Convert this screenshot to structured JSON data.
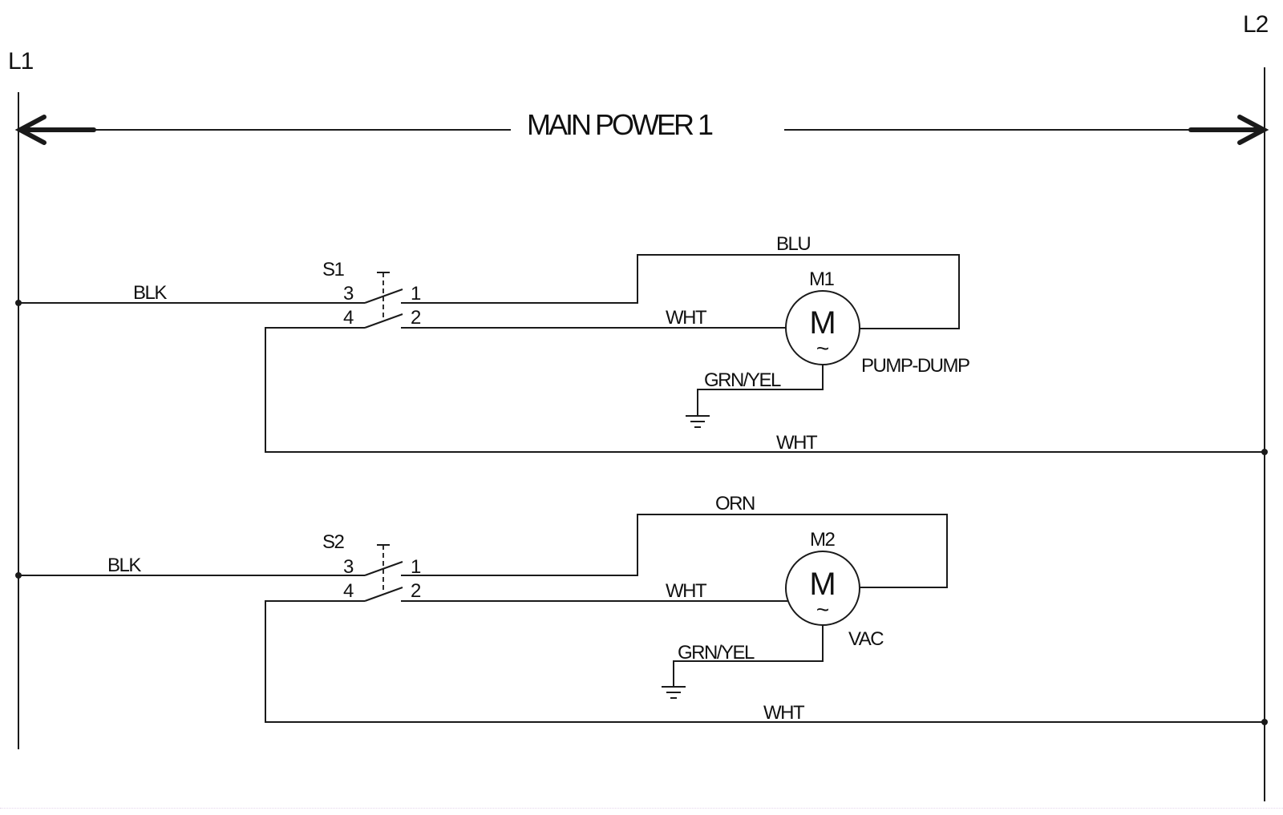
{
  "diagram": {
    "title": "MAIN POWER 1",
    "rails": {
      "left": "L1",
      "right": "L2"
    },
    "rungs": [
      {
        "switch": {
          "id": "S1",
          "terminals": [
            "3",
            "4",
            "1",
            "2"
          ]
        },
        "supply_wire": "BLK",
        "top_wire": "BLU",
        "motor_wire": "WHT",
        "ground_wire": "GRN/YEL",
        "return_wire": "WHT",
        "motor": {
          "id": "M1",
          "symbol": "M",
          "ac_symbol": "~",
          "name": "PUMP-DUMP"
        }
      },
      {
        "switch": {
          "id": "S2",
          "terminals": [
            "3",
            "4",
            "1",
            "2"
          ]
        },
        "supply_wire": "BLK",
        "top_wire": "ORN",
        "motor_wire": "WHT",
        "ground_wire": "GRN/YEL",
        "return_wire": "WHT",
        "motor": {
          "id": "M2",
          "symbol": "M",
          "ac_symbol": "~",
          "name": "VAC"
        }
      }
    ]
  }
}
